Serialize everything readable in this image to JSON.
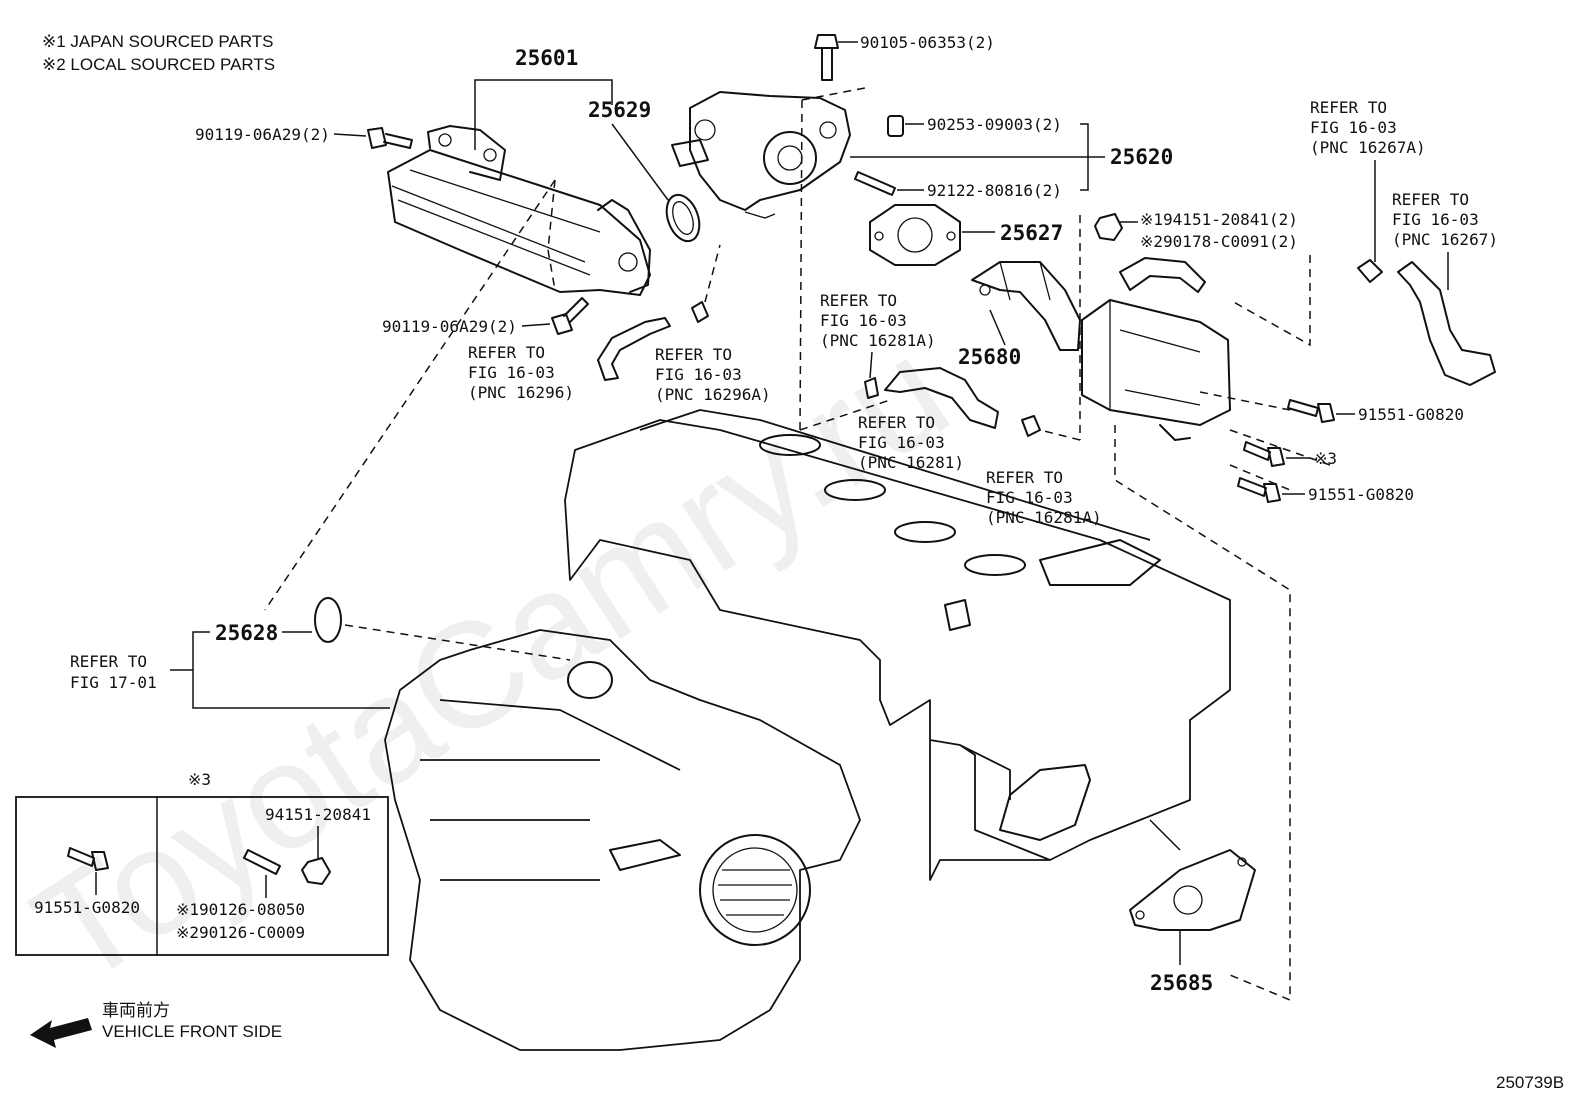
{
  "notes": {
    "japan": "※1 JAPAN SOURCED PARTS",
    "local": "※2 LOCAL SOURCED PARTS"
  },
  "watermark": "ToyotaCamry.ru",
  "figure_code": "250739B",
  "direction": {
    "jp": "車両前方",
    "en": "VEHICLE FRONT SIDE"
  },
  "labels": {
    "p25601": "25601",
    "p25629": "25629",
    "p25620": "25620",
    "p25627": "25627",
    "p25680": "25680",
    "p25628": "25628",
    "p25685": "25685",
    "bolt_top": "90105-06353(2)",
    "bolt_upper_left": "90119-06A29(2)",
    "bolt_lower_left": "90119-06A29(2)",
    "pin": "90253-09003(2)",
    "stud": "92122-80816(2)",
    "nut_j": "※194151-20841(2)",
    "nut_l": "※290178-C0091(2)",
    "bolt_r1": "91551-G0820",
    "bolt_r2_note": "※3",
    "bolt_r3": "91551-G0820"
  },
  "refs": {
    "r16296": [
      "REFER TO",
      "FIG 16-03",
      "(PNC 16296)"
    ],
    "r16296a": [
      "REFER TO",
      "FIG 16-03",
      "(PNC 16296A)"
    ],
    "r16281a_upper": [
      "REFER TO",
      "FIG 16-03",
      "(PNC 16281A)"
    ],
    "r16281": [
      "REFER TO",
      "FIG 16-03",
      "(PNC 16281)"
    ],
    "r16281a_lower": [
      "REFER TO",
      "FIG 16-03",
      "(PNC 16281A)"
    ],
    "r16267a": [
      "REFER TO",
      "FIG 16-03",
      "(PNC 16267A)"
    ],
    "r16267": [
      "REFER TO",
      "FIG 16-03",
      "(PNC 16267)"
    ],
    "r1701": [
      "REFER TO",
      "FIG 17-01"
    ]
  },
  "box": {
    "heading": "※3",
    "left_part": "91551-G0820",
    "right_nut": "94151-20841",
    "right_stud_j": "※190126-08050",
    "right_stud_l": "※290126-C0009"
  }
}
